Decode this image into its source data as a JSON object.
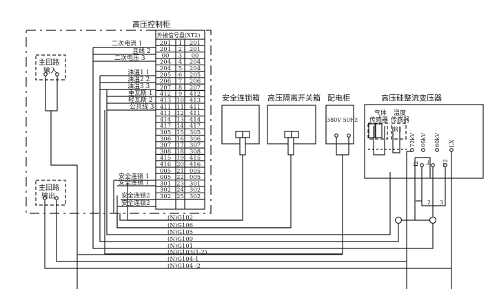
{
  "control_cabinet": {
    "title": "高压控制柜",
    "terminal_block_title": "外接信号盘(XT2)",
    "terminal_rows": [
      {
        "left": "201",
        "num": "1",
        "right": "201"
      },
      {
        "left": "201",
        "num": "2",
        "right": "201"
      },
      {
        "left": "00",
        "num": "3",
        "right": "00"
      },
      {
        "left": "204",
        "num": "4",
        "right": "204"
      },
      {
        "left": "204",
        "num": "5",
        "right": "204"
      },
      {
        "left": "205",
        "num": "6",
        "right": "205"
      },
      {
        "left": "206",
        "num": "7",
        "right": "206"
      },
      {
        "left": "207",
        "num": "8",
        "right": "207"
      },
      {
        "left": "412",
        "num": "9",
        "right": "412"
      },
      {
        "left": "413",
        "num": "10",
        "right": "413"
      },
      {
        "left": "411",
        "num": "11",
        "right": "411"
      },
      {
        "left": "411",
        "num": "12",
        "right": "411"
      },
      {
        "left": "414",
        "num": "13",
        "right": "414"
      },
      {
        "left": "417",
        "num": "14",
        "right": "417"
      },
      {
        "left": "305",
        "num": "15",
        "right": "305"
      },
      {
        "left": "306",
        "num": "16",
        "right": "306"
      },
      {
        "left": "307",
        "num": "17",
        "right": "307"
      },
      {
        "left": "308",
        "num": "18",
        "right": "308"
      },
      {
        "left": "415",
        "num": "19",
        "right": "415"
      },
      {
        "left": "416",
        "num": "20",
        "right": "416"
      },
      {
        "left": "005",
        "num": "21",
        "right": "005"
      },
      {
        "left": "005",
        "num": "22",
        "right": "005"
      },
      {
        "left": "301",
        "num": "23",
        "right": "301"
      },
      {
        "left": "302",
        "num": "24",
        "right": "302"
      },
      {
        "left": "302",
        "num": "25",
        "right": "302"
      }
    ],
    "signal_labels": [
      "二次电流 1",
      "且线 2",
      "二次电压 3",
      "油温1 1",
      "油温2 2",
      "油温3 3",
      "重瓦斯 1",
      "轻瓦斯 2",
      "公共线 3",
      "安全连锁 1",
      "安全连锁 1",
      "安全连锁2",
      "安全连锁2"
    ],
    "main_input": {
      "line1": "主回路",
      "line2": "输入"
    },
    "main_output": {
      "line1": "主回路",
      "line2": "输出"
    }
  },
  "devices": {
    "interlock_box": {
      "title": "安全连锁箱"
    },
    "isolation_switch_box": {
      "title": "高压隔离开关箱"
    },
    "distribution_cabinet": {
      "title": "配电柜",
      "voltage": "380V 50Hz"
    },
    "transformer": {
      "title": "高压硅整流变压器",
      "gas_sensor": {
        "line1": "气体",
        "line2": "传感器"
      },
      "temp_sensor": {
        "line1": "温度",
        "line2": "传感器",
        "element": "R1"
      },
      "terminals": [
        "72kV",
        "66kV",
        "60kV",
        "LX"
      ],
      "lower_terminals": [
        "I2",
        "⊥",
        "U2"
      ],
      "bottom_labels": [
        "2",
        "3"
      ]
    }
  },
  "cables": [
    "(N)G102",
    "(N)G106",
    "(N)G105",
    "(N)G109",
    "(N)G101",
    "(N)G103(1-2)",
    "(N)G104-1",
    "(N)G104 -2"
  ]
}
